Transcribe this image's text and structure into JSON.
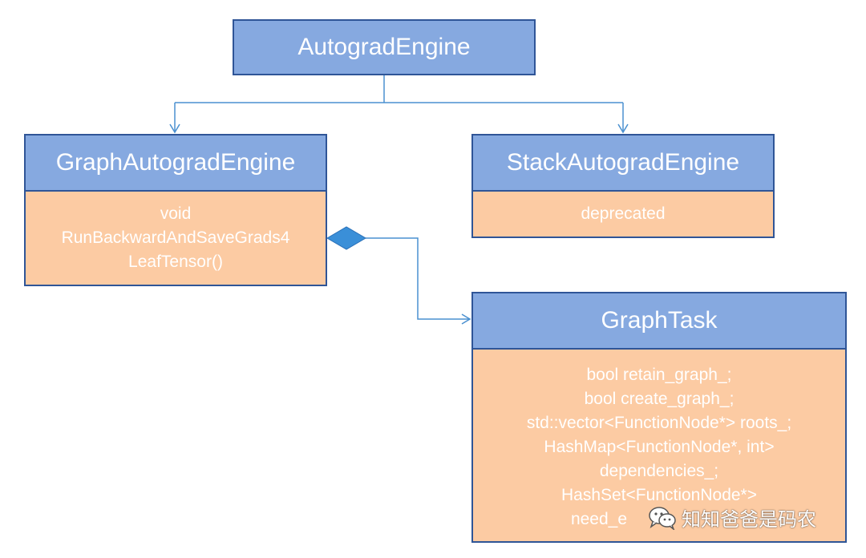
{
  "engine": {
    "title": "AutogradEngine"
  },
  "graph_engine": {
    "title": "GraphAutogradEngine",
    "lines": [
      "void",
      "RunBackwardAndSaveGrads4",
      "LeafTensor()"
    ]
  },
  "stack_engine": {
    "title": "StackAutogradEngine",
    "lines": [
      "deprecated"
    ]
  },
  "graph_task": {
    "title": "GraphTask",
    "lines": [
      "bool retain_graph_;",
      "bool create_graph_;",
      "std::vector<FunctionNode*> roots_;",
      "HashMap<FunctionNode*, int>",
      "dependencies_;",
      "HashSet<FunctionNode*>",
      "need_e"
    ]
  },
  "watermark": {
    "icon": "wechat-icon",
    "text": "知知爸爸是码农"
  },
  "colors": {
    "header": "#86a9e0",
    "body": "#fccba3",
    "border": "#2f5597",
    "connector": "#4a90d0",
    "diamond": "#3a8fd8"
  }
}
